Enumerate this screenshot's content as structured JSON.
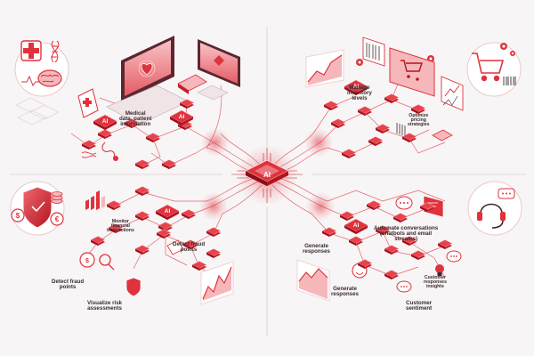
{
  "colors": {
    "accent": "#e0323c",
    "accent_dark": "#b3151f",
    "accent_light": "#f6b7bb",
    "accent_pale": "#fde4e6",
    "background": "#f7f5f6",
    "ink": "#3a2a2e"
  },
  "center_chip": {
    "label": "AI",
    "icon": "cpu-chip-icon"
  },
  "quadrants": {
    "healthcare": {
      "icons": [
        "medical-cross-icon",
        "dna-icon",
        "brain-icon",
        "desktop-monitor-icon",
        "heart-scan-icon",
        "medical-record-icon",
        "stethoscope-icon"
      ],
      "chip_label": "AI",
      "labels": {
        "line1": "Medical",
        "line2": "data, patient",
        "line3": "information"
      }
    },
    "retail": {
      "icons": [
        "shopping-cart-icon",
        "barcode-icon",
        "gear-icon",
        "line-chart-icon",
        "receipt-icon"
      ],
      "chip_label": "AI",
      "labels": {
        "manage_1": "Manage",
        "manage_2": "inventory",
        "manage_3": "levels",
        "optimize_1": "Optimize",
        "optimize_2": "pricing",
        "optimize_3": "strategies"
      }
    },
    "finance": {
      "icons": [
        "shield-icon",
        "coin-stack-icon",
        "dollar-coin-icon",
        "euro-coin-icon",
        "bar-chart-icon",
        "magnifier-icon"
      ],
      "chip_label": "AI",
      "labels": {
        "monitor_1": "Monitor",
        "monitor_2": "financial",
        "monitor_3": "transactions",
        "detect_a_1": "Detect fraud",
        "detect_a_2": "points",
        "detect_b_1": "Detect fraud",
        "detect_b_2": "points",
        "visualize_1": "Visualize risk",
        "visualize_2": "assessments"
      }
    },
    "customer_service": {
      "icons": [
        "headset-icon",
        "chat-bubble-icon",
        "smiley-icon",
        "lightbulb-icon",
        "line-chart-icon"
      ],
      "chip_label": "AI",
      "labels": {
        "automate_1": "Automate conversations",
        "automate_2": "(chatbots and email",
        "automate_3": "streams)",
        "gen_a_1": "Generate",
        "gen_a_2": "responses",
        "gen_b_1": "Generate",
        "gen_b_2": "responses",
        "cust_resp_1": "Customer",
        "cust_resp_2": "responses",
        "cust_resp_3": "insights",
        "sentiment_1": "Customer",
        "sentiment_2": "sentiment"
      }
    }
  }
}
